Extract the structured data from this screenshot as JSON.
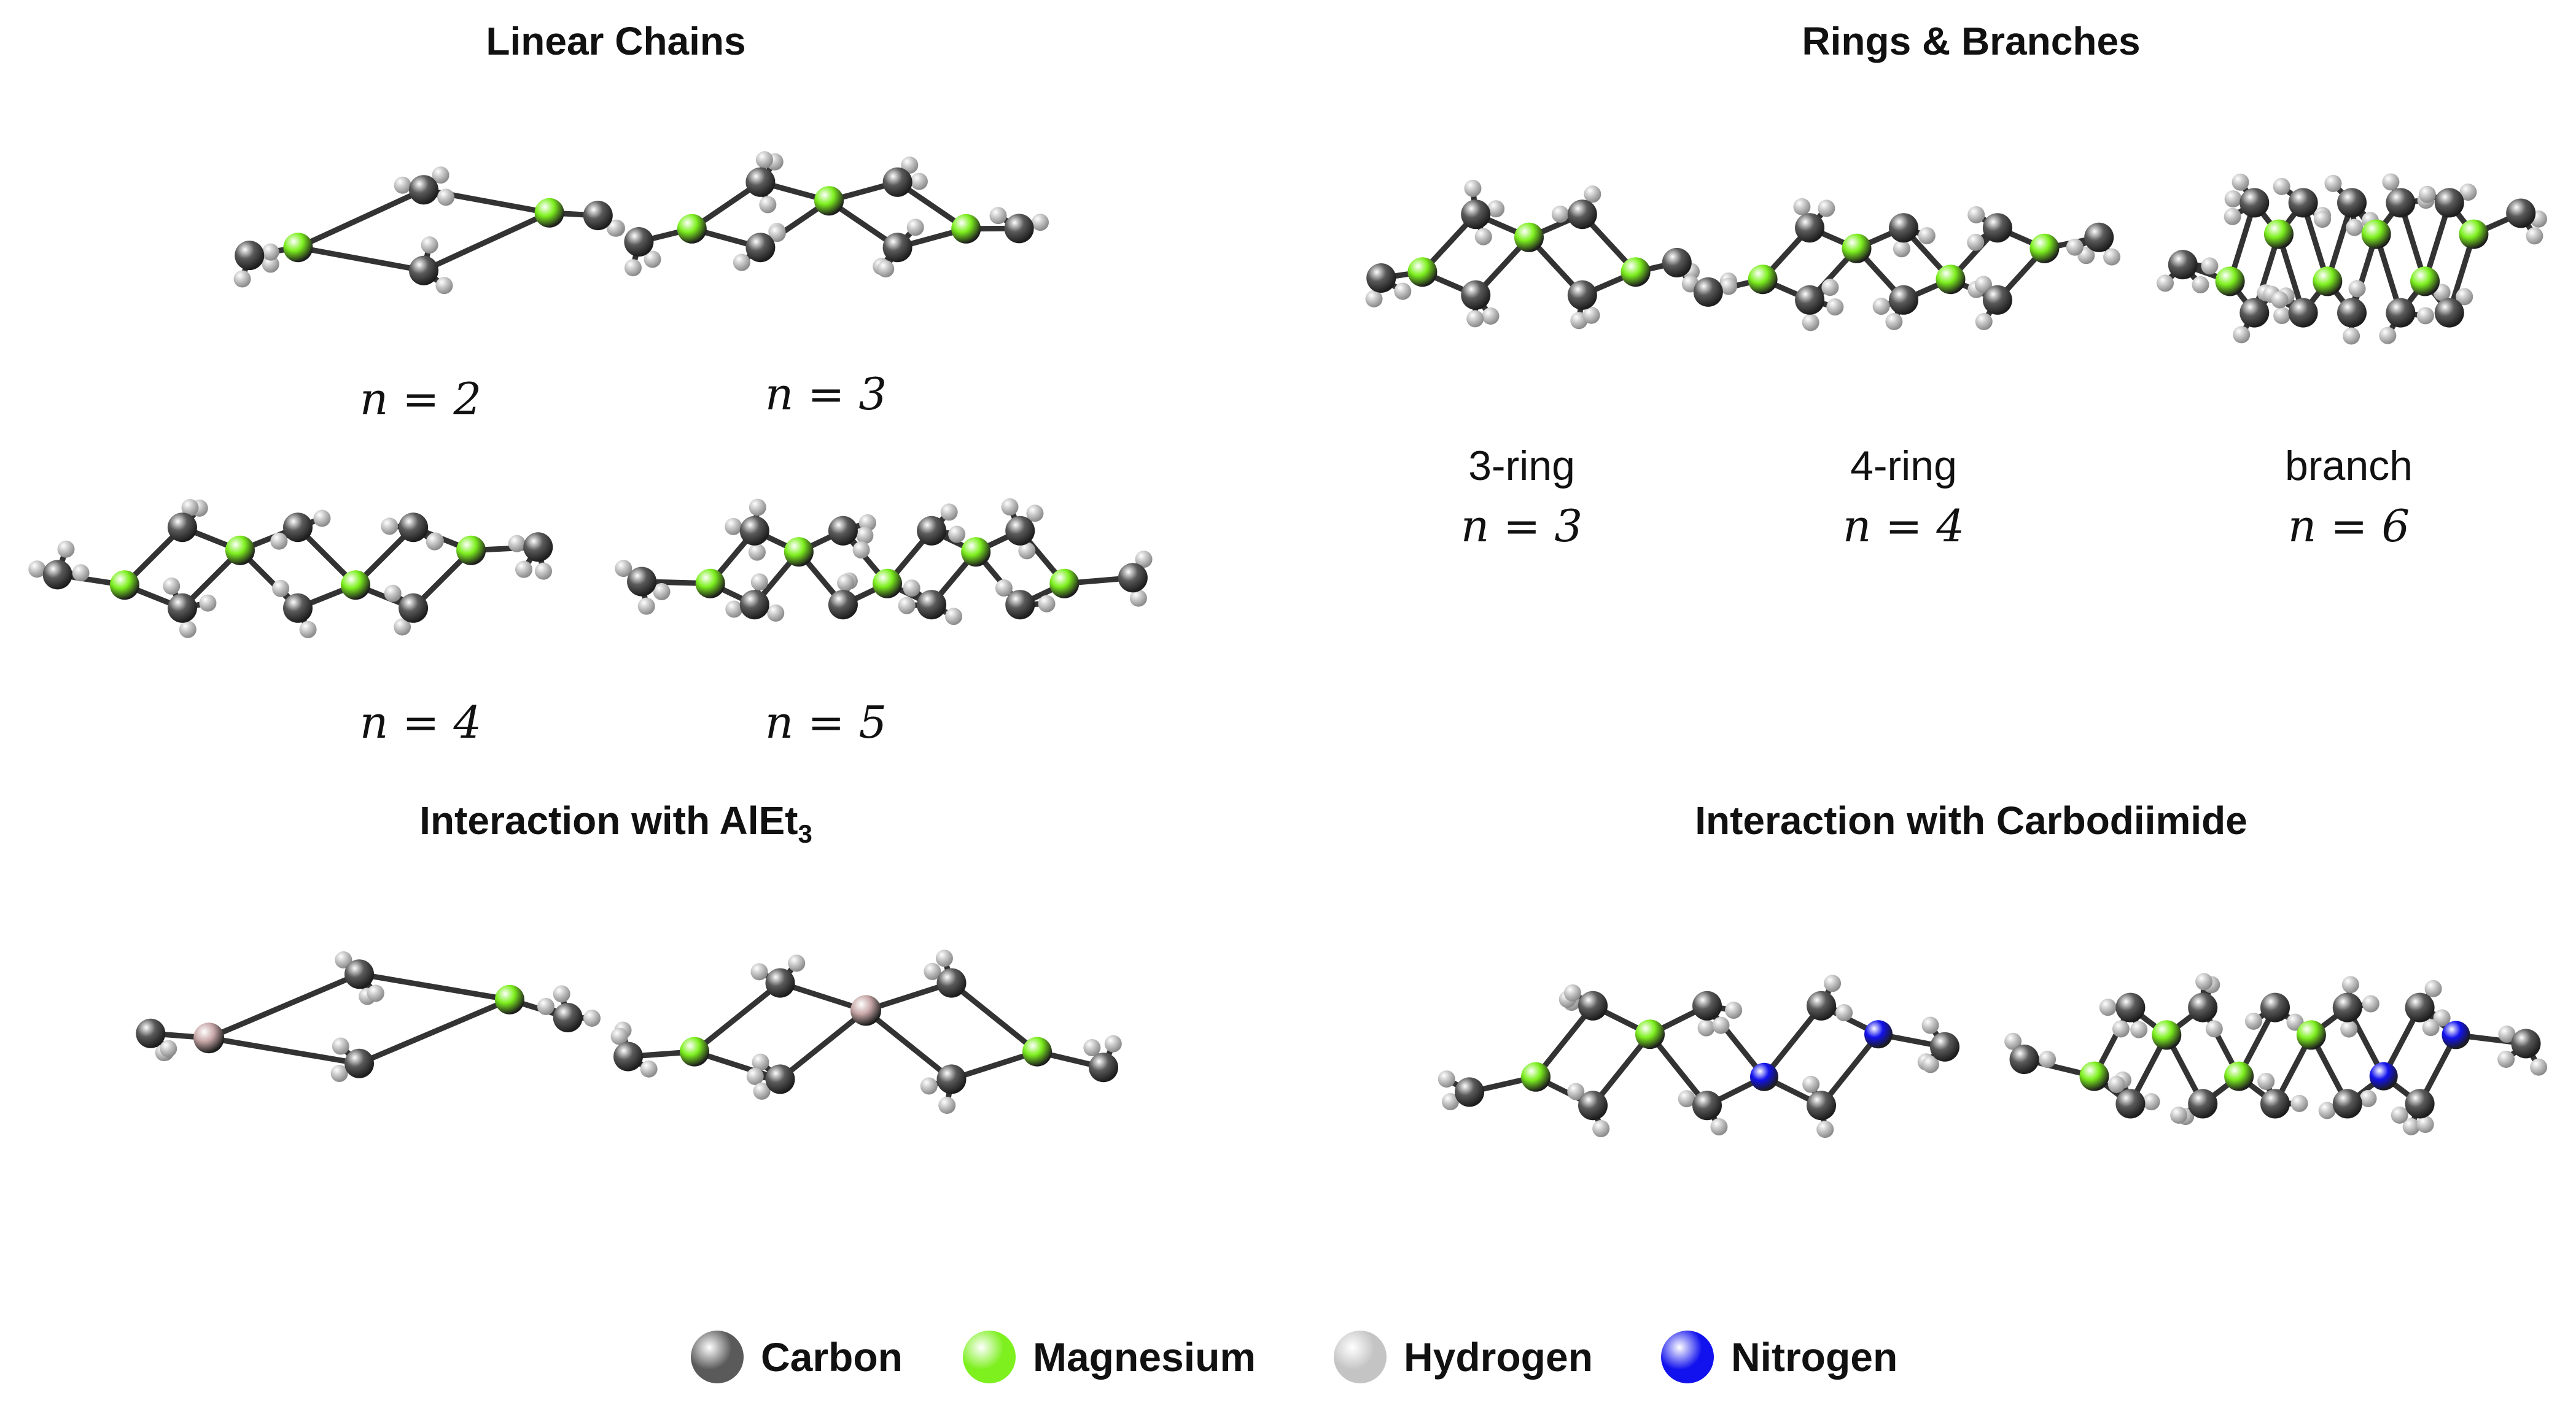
{
  "sections": {
    "linear": {
      "title": "Linear Chains"
    },
    "rings": {
      "title": "Rings & Branches"
    },
    "alet3": {
      "title_main": "Interaction with AlEt",
      "title_sub": "3"
    },
    "carbo": {
      "title": "Interaction with Carbodiimide"
    }
  },
  "captions": {
    "lin2": "n = 2",
    "lin3": "n = 3",
    "lin4": "n = 4",
    "lin5": "n = 5",
    "ring3_label": "3-ring",
    "ring3_n": "n = 3",
    "ring4_label": "4-ring",
    "ring4_n": "n = 4",
    "branch_label": "branch",
    "branch_n": "n = 6"
  },
  "legend": [
    {
      "label": "Carbon",
      "color": "#5a5a5a"
    },
    {
      "label": "Magnesium",
      "color": "#7df01e"
    },
    {
      "label": "Hydrogen",
      "color": "#c4c4c4"
    },
    {
      "label": "Nitrogen",
      "color": "#1212ee"
    }
  ],
  "atom_colors": {
    "carbon": "#5a5a5a",
    "magnesium": "#7df01e",
    "hydrogen": "#c8c8c8",
    "nitrogen": "#1212ee",
    "aluminum": "#c9a8a8"
  },
  "molecules": [
    {
      "id": "lin2",
      "mg": 2,
      "n": 0,
      "al": 0
    },
    {
      "id": "lin3",
      "mg": 3,
      "n": 0,
      "al": 0
    },
    {
      "id": "lin4",
      "mg": 4,
      "n": 0,
      "al": 0
    },
    {
      "id": "lin5",
      "mg": 5,
      "n": 0,
      "al": 0
    },
    {
      "id": "ring3",
      "mg": 3,
      "n": 0,
      "al": 0
    },
    {
      "id": "ring4",
      "mg": 4,
      "n": 0,
      "al": 0
    },
    {
      "id": "branch",
      "mg": 6,
      "n": 0,
      "al": 0
    },
    {
      "id": "al1",
      "mg": 1,
      "n": 0,
      "al": 1
    },
    {
      "id": "al2",
      "mg": 2,
      "n": 0,
      "al": 1
    },
    {
      "id": "cd1",
      "mg": 2,
      "n": 2,
      "al": 0
    },
    {
      "id": "cd2",
      "mg": 4,
      "n": 2,
      "al": 0
    }
  ]
}
